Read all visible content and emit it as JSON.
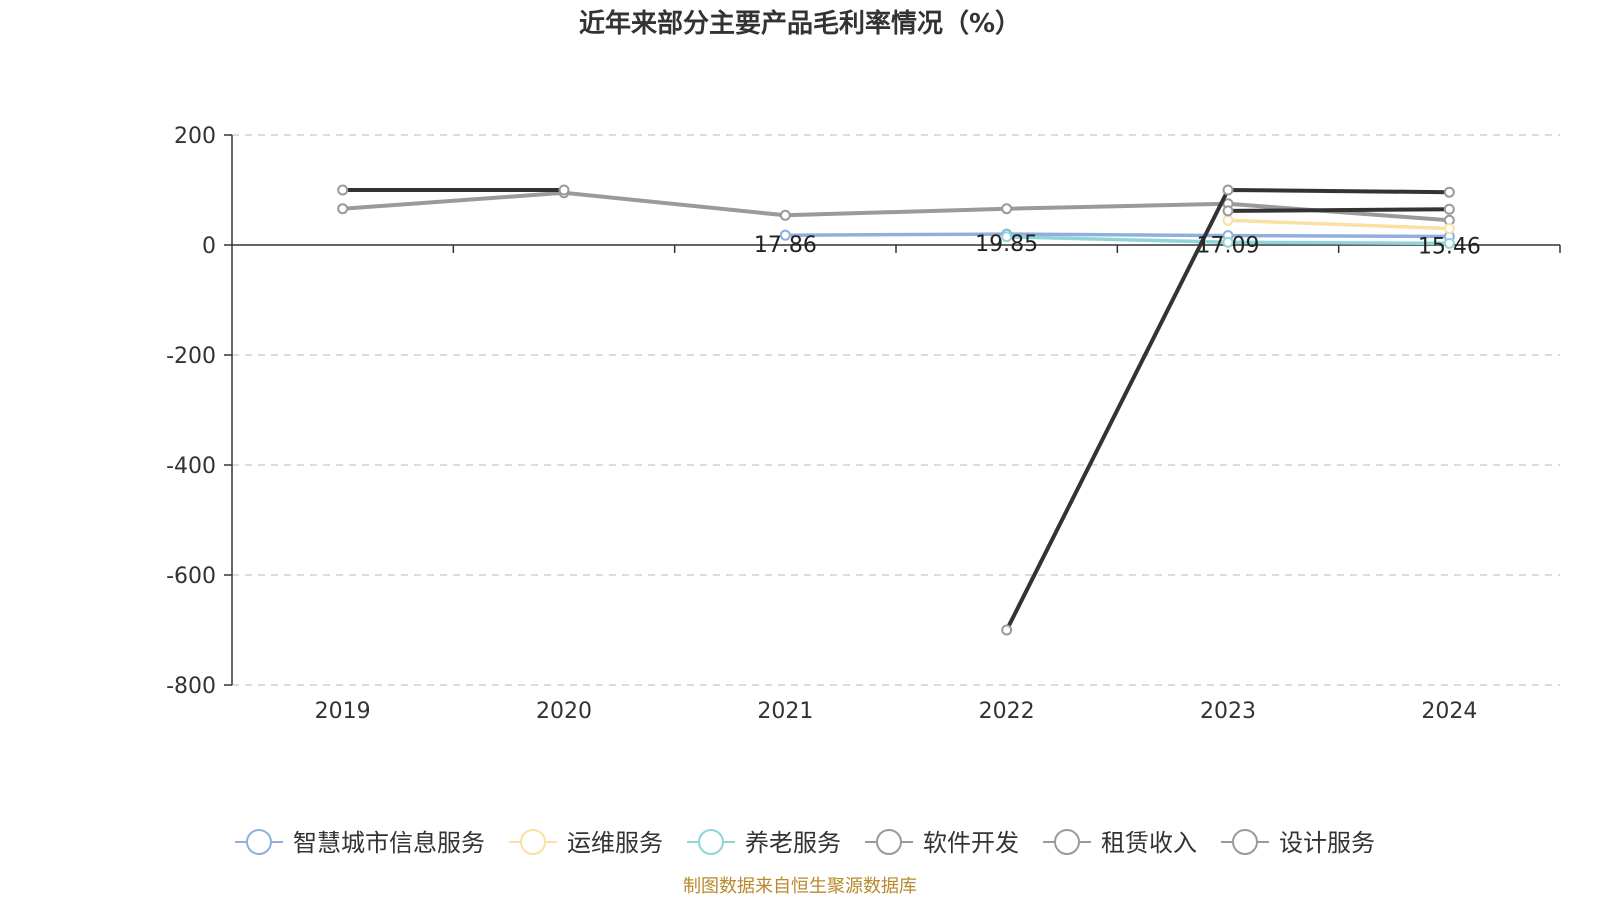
{
  "chart_data": {
    "type": "line",
    "title": "近年来部分主要产品毛利率情况（%）",
    "categories": [
      "2019",
      "2020",
      "2021",
      "2022",
      "2023",
      "2024"
    ],
    "ylim": [
      -800,
      200
    ],
    "yticks": [
      200,
      0,
      -200,
      -400,
      -600,
      -800
    ],
    "grid": true,
    "legend_position": "bottom",
    "series": [
      {
        "name": "智慧城市信息服务",
        "color": "#8fb0dc",
        "values": [
          null,
          null,
          17.86,
          19.85,
          17.09,
          15.46
        ],
        "labels": [
          null,
          null,
          "17.86",
          "19.85",
          "17.09",
          "15.46"
        ]
      },
      {
        "name": "运维服务",
        "color": "#fbe0a3",
        "values": [
          null,
          null,
          null,
          null,
          45,
          30
        ]
      },
      {
        "name": "养老服务",
        "color": "#8fd5d8",
        "values": [
          null,
          null,
          null,
          15,
          5,
          3
        ]
      },
      {
        "name": "软件开发",
        "color": "#333333",
        "values": [
          100,
          100,
          null,
          -700,
          100,
          96
        ]
      },
      {
        "name": "租赁收入",
        "color": "#333333",
        "values": [
          null,
          null,
          null,
          null,
          62,
          65
        ]
      },
      {
        "name": "设计服务",
        "color": "#9a9a9a",
        "values": [
          66,
          95,
          54,
          66,
          75,
          45
        ]
      }
    ],
    "legend_colors": [
      "#8fb0dc",
      "#fbe0a3",
      "#8fd5d8",
      "#9a9a9a",
      "#9a9a9a",
      "#9a9a9a"
    ]
  },
  "source": "制图数据来自恒生聚源数据库"
}
